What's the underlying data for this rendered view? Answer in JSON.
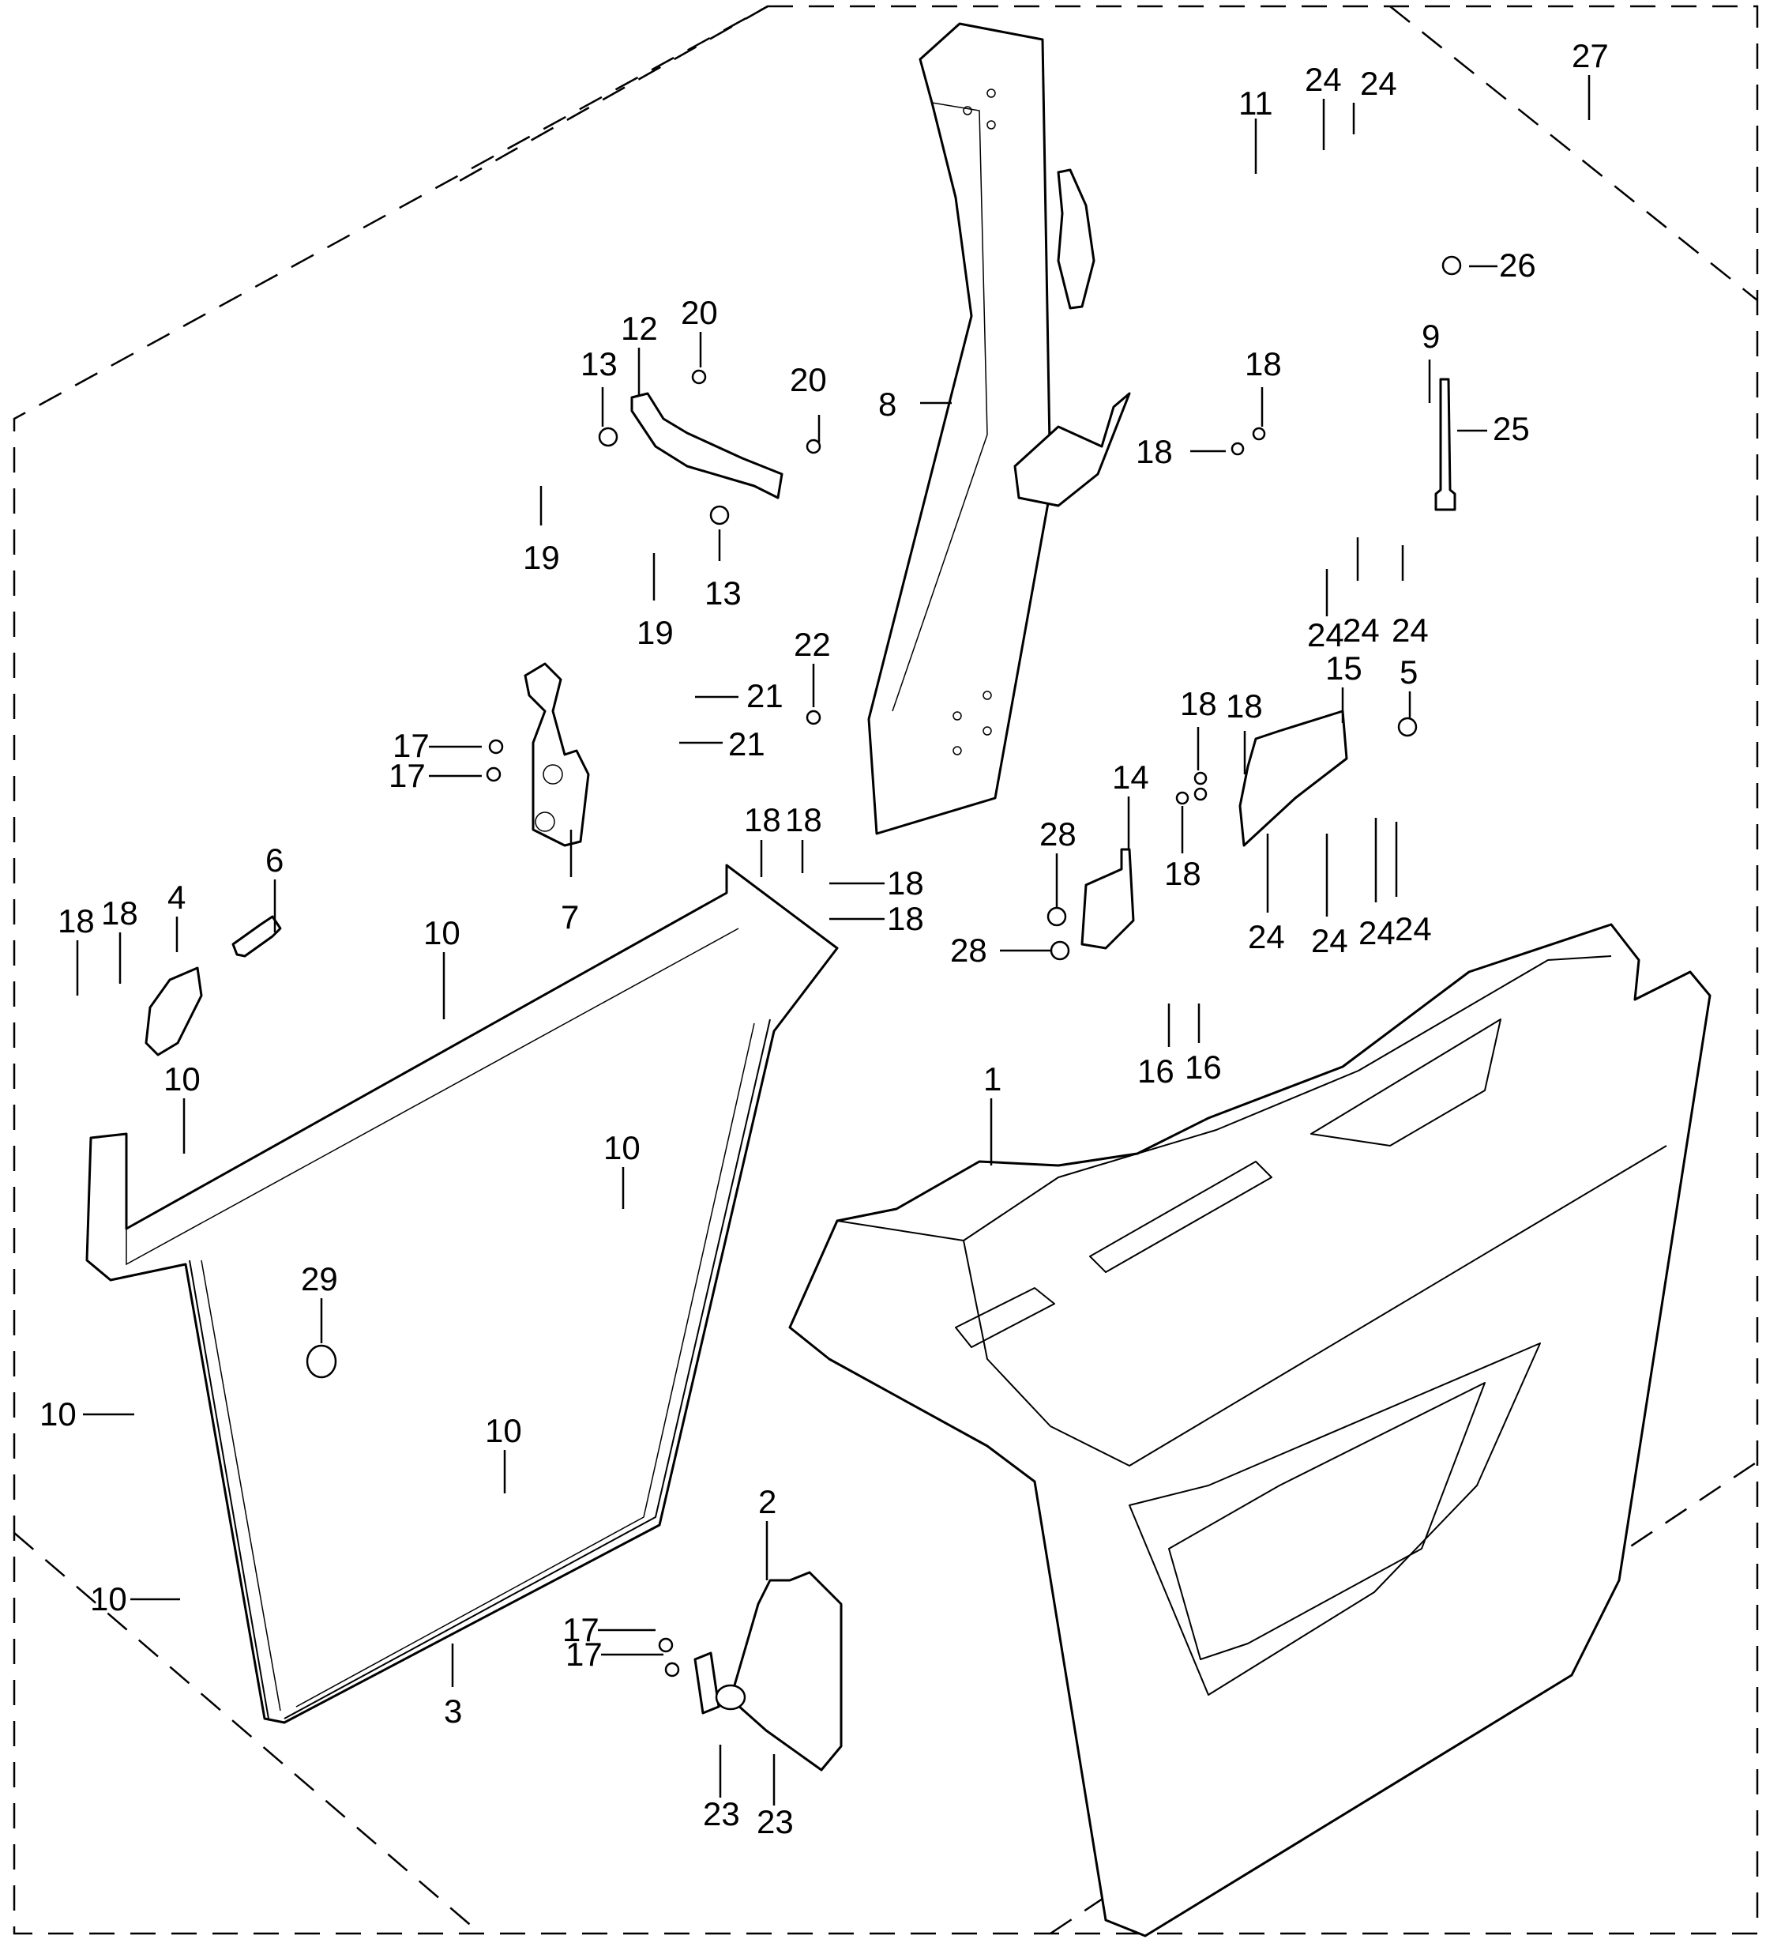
{
  "diagram": {
    "title": "Door assembly exploded parts view",
    "line_color": "#000000",
    "background": "#ffffff",
    "callouts": [
      {
        "id": "c27",
        "text": "27",
        "part": "door-kit-boundary"
      },
      {
        "id": "c24a",
        "text": "24",
        "part": "bolt"
      },
      {
        "id": "c24b",
        "text": "24",
        "part": "bolt"
      },
      {
        "id": "c11",
        "text": "11",
        "part": "upper-hinge-bracket"
      },
      {
        "id": "c26",
        "text": "26",
        "part": "nut"
      },
      {
        "id": "c9",
        "text": "9",
        "part": "hinge-bracket"
      },
      {
        "id": "c18a",
        "text": "18",
        "part": "nut"
      },
      {
        "id": "c18b",
        "text": "18",
        "part": "nut"
      },
      {
        "id": "c25",
        "text": "25",
        "part": "long-bolt"
      },
      {
        "id": "c24c",
        "text": "24",
        "part": "bolt"
      },
      {
        "id": "c24d",
        "text": "24",
        "part": "bolt"
      },
      {
        "id": "c24e",
        "text": "24",
        "part": "bolt"
      },
      {
        "id": "c8",
        "text": "8",
        "part": "door-pillar"
      },
      {
        "id": "c12",
        "text": "12",
        "part": "strap"
      },
      {
        "id": "c20a",
        "text": "20",
        "part": "nut"
      },
      {
        "id": "c20b",
        "text": "20",
        "part": "nut"
      },
      {
        "id": "c13a",
        "text": "13",
        "part": "washer"
      },
      {
        "id": "c13b",
        "text": "13",
        "part": "washer"
      },
      {
        "id": "c19a",
        "text": "19",
        "part": "screw"
      },
      {
        "id": "c19b",
        "text": "19",
        "part": "screw"
      },
      {
        "id": "c22",
        "text": "22",
        "part": "rivet"
      },
      {
        "id": "c21a",
        "text": "21",
        "part": "bolt"
      },
      {
        "id": "c21b",
        "text": "21",
        "part": "bolt"
      },
      {
        "id": "c17a",
        "text": "17",
        "part": "nut"
      },
      {
        "id": "c17b",
        "text": "17",
        "part": "nut"
      },
      {
        "id": "c7",
        "text": "7",
        "part": "latch"
      },
      {
        "id": "c15",
        "text": "15",
        "part": "hinge-bracket"
      },
      {
        "id": "c5",
        "text": "5",
        "part": "nut"
      },
      {
        "id": "c18c",
        "text": "18",
        "part": "nut"
      },
      {
        "id": "c18d",
        "text": "18",
        "part": "nut"
      },
      {
        "id": "c18e",
        "text": "18",
        "part": "nut"
      },
      {
        "id": "c14",
        "text": "14",
        "part": "hinge-pin-bracket"
      },
      {
        "id": "c28a",
        "text": "28",
        "part": "washer"
      },
      {
        "id": "c28b",
        "text": "28",
        "part": "washer"
      },
      {
        "id": "c24f",
        "text": "24",
        "part": "bolt"
      },
      {
        "id": "c24g",
        "text": "24",
        "part": "bolt"
      },
      {
        "id": "c24h",
        "text": "24",
        "part": "bolt"
      },
      {
        "id": "c24i",
        "text": "24",
        "part": "bolt"
      },
      {
        "id": "c16a",
        "text": "16",
        "part": "bolt"
      },
      {
        "id": "c16b",
        "text": "16",
        "part": "bolt"
      },
      {
        "id": "c18f",
        "text": "18",
        "part": "bolt"
      },
      {
        "id": "c18g",
        "text": "18",
        "part": "bolt"
      },
      {
        "id": "c18h",
        "text": "18",
        "part": "bolt"
      },
      {
        "id": "c18i",
        "text": "18",
        "part": "bolt"
      },
      {
        "id": "c6",
        "text": "6",
        "part": "striker"
      },
      {
        "id": "c4",
        "text": "4",
        "part": "striker-bracket"
      },
      {
        "id": "c18j",
        "text": "18",
        "part": "bolt"
      },
      {
        "id": "c18k",
        "text": "18",
        "part": "bolt"
      },
      {
        "id": "c10a",
        "text": "10",
        "part": "rivet"
      },
      {
        "id": "c10b",
        "text": "10",
        "part": "rivet"
      },
      {
        "id": "c10c",
        "text": "10",
        "part": "rivet"
      },
      {
        "id": "c10d",
        "text": "10",
        "part": "rivet"
      },
      {
        "id": "c10e",
        "text": "10",
        "part": "rivet"
      },
      {
        "id": "c10f",
        "text": "10",
        "part": "rivet"
      },
      {
        "id": "c29",
        "text": "29",
        "part": "bumper"
      },
      {
        "id": "c1",
        "text": "1",
        "part": "door-panel"
      },
      {
        "id": "c2",
        "text": "2",
        "part": "handle"
      },
      {
        "id": "c17c",
        "text": "17",
        "part": "nut"
      },
      {
        "id": "c17d",
        "text": "17",
        "part": "nut"
      },
      {
        "id": "c3",
        "text": "3",
        "part": "door-frame"
      },
      {
        "id": "c23a",
        "text": "23",
        "part": "screw"
      },
      {
        "id": "c23b",
        "text": "23",
        "part": "screw"
      }
    ]
  }
}
